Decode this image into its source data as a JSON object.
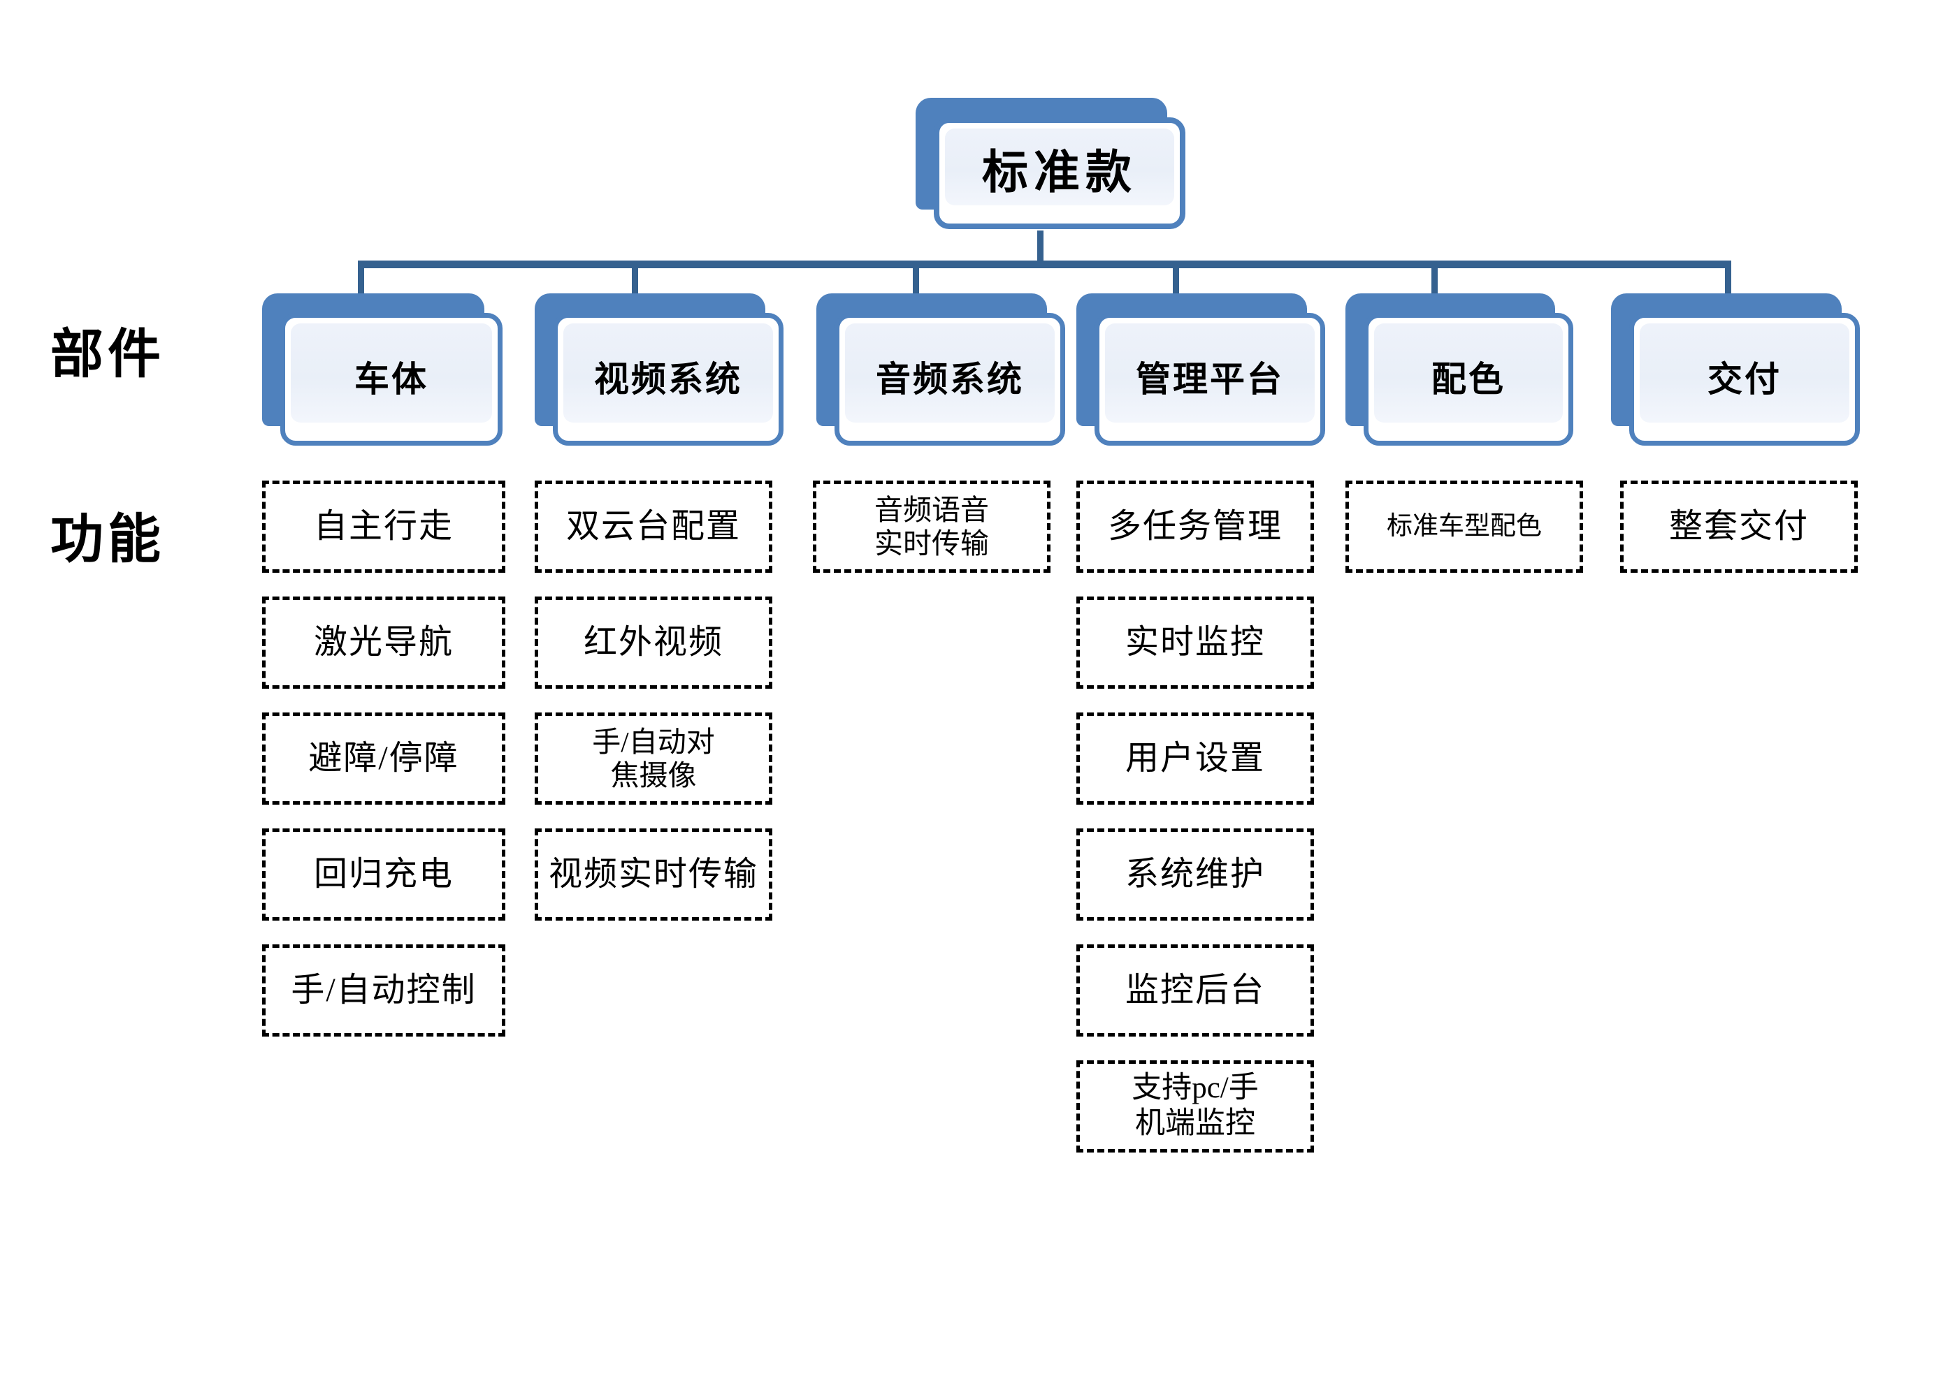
{
  "row_labels": {
    "components": "部件",
    "functions": "功能"
  },
  "root": {
    "label": "标准款"
  },
  "colors": {
    "node_fill": "#4f81bd",
    "node_border": "#4f81bd",
    "node_inner": "#eef2fa",
    "connector": "#35618f",
    "function_border": "#000000",
    "background": "#ffffff"
  },
  "components": [
    {
      "label": "车体"
    },
    {
      "label": "视频系统"
    },
    {
      "label": "音频系统"
    },
    {
      "label": "管理平台"
    },
    {
      "label": "配色"
    },
    {
      "label": "交付"
    }
  ],
  "functions": [
    {
      "component": "车体",
      "items": [
        {
          "lines": [
            "自主行走"
          ]
        },
        {
          "lines": [
            "激光导航"
          ]
        },
        {
          "lines": [
            "避障/停障"
          ]
        },
        {
          "lines": [
            "回归充电"
          ]
        },
        {
          "lines": [
            "手/自动控制"
          ]
        }
      ]
    },
    {
      "component": "视频系统",
      "items": [
        {
          "lines": [
            "双云台配置"
          ]
        },
        {
          "lines": [
            "红外视频"
          ]
        },
        {
          "lines": [
            "手/自动对",
            "焦摄像"
          ]
        },
        {
          "lines": [
            "视频实时传输"
          ]
        }
      ]
    },
    {
      "component": "音频系统",
      "items": [
        {
          "lines": [
            "音频语音",
            "实时传输"
          ]
        }
      ]
    },
    {
      "component": "管理平台",
      "items": [
        {
          "lines": [
            "多任务管理"
          ]
        },
        {
          "lines": [
            "实时监控"
          ]
        },
        {
          "lines": [
            "用户设置"
          ]
        },
        {
          "lines": [
            "系统维护"
          ]
        },
        {
          "lines": [
            "监控后台"
          ]
        },
        {
          "lines": [
            "支持pc/手",
            "机端监控"
          ]
        }
      ]
    },
    {
      "component": "配色",
      "items": [
        {
          "lines": [
            "标准车型配色"
          ]
        }
      ]
    },
    {
      "component": "交付",
      "items": [
        {
          "lines": [
            "整套交付"
          ]
        }
      ]
    }
  ]
}
